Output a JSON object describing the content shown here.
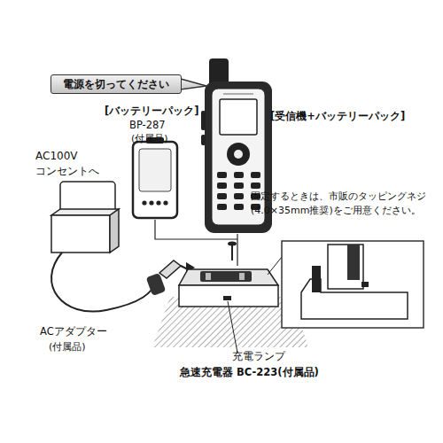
{
  "diagram": {
    "nodes": [
      {
        "text": [
          "電源を切ってください"
        ]
      }
    ],
    "labels": [
      "[バッテリーパック]",
      "BP-287",
      "(付属品)",
      "[受信機+バッテリーパック]",
      "AC100V",
      "コンセントへ",
      "固定するときは、市販のタッピングネジ(4.0×35mm推奨)をご用意ください。",
      "ACアダプター",
      "(付属品)",
      "充電ランプ",
      "急速充電器 BC-223(付属品)"
    ]
  }
}
